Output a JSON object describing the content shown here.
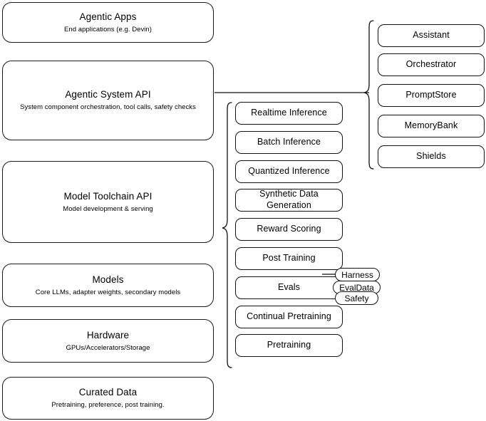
{
  "diagram": {
    "title": "AI stack layered architecture",
    "stroke_color": "#111111",
    "background_color": "#ffffff"
  },
  "left_stack": {
    "items": [
      {
        "title": "Agentic Apps",
        "subtitle": "End applications (e.g. Devin)"
      },
      {
        "title": "Agentic System API",
        "subtitle": "System component orchestration, tool calls, safety checks"
      },
      {
        "title": "Model Toolchain API",
        "subtitle": "Model development & serving"
      },
      {
        "title": "Models",
        "subtitle": "Core LLMs, adapter weights, secondary models"
      },
      {
        "title": "Hardware",
        "subtitle": "GPUs/Accelerators/Storage"
      },
      {
        "title": "Curated Data",
        "subtitle": "Pretraining, preference, post training."
      }
    ]
  },
  "toolchain_column": {
    "items": [
      {
        "label": "Realtime Inference"
      },
      {
        "label": "Batch Inference"
      },
      {
        "label": "Quantized Inference"
      },
      {
        "label": "Synthetic Data Generation"
      },
      {
        "label": "Reward Scoring"
      },
      {
        "label": "Post Training"
      },
      {
        "label": "Evals"
      },
      {
        "label": "Continual Pretraining"
      },
      {
        "label": "Pretraining"
      }
    ]
  },
  "evals_attachments": {
    "items": [
      {
        "label": "Harness"
      },
      {
        "label": "EvalData"
      },
      {
        "label": "Safety"
      }
    ]
  },
  "agentic_column": {
    "items": [
      {
        "label": "Assistant"
      },
      {
        "label": "Orchestrator"
      },
      {
        "label": "PromptStore"
      },
      {
        "label": "MemoryBank"
      },
      {
        "label": "Shields"
      }
    ]
  }
}
